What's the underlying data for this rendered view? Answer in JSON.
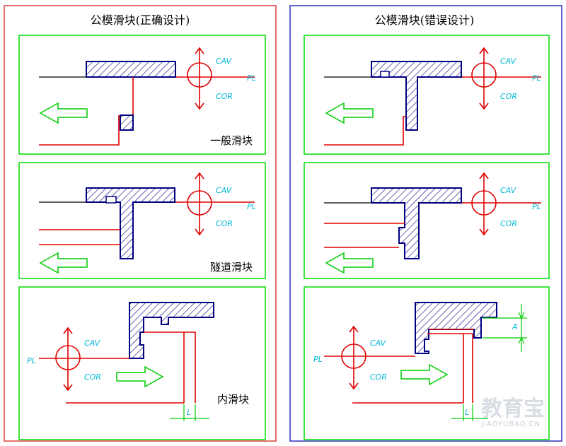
{
  "left_title": "公模滑块(正确设计)",
  "right_title": "公模滑块(错误设计)",
  "label_general": "一般滑块",
  "label_tunnel": "隧道滑块",
  "label_inner": "内滑块",
  "cav": "CAV",
  "cor": "COR",
  "pl": "PL",
  "dim_l": "L",
  "dim_a": "A",
  "watermark": "教育宝",
  "watermark_url": "JIAOYUBAO.CN",
  "colors": {
    "left_frame": "#e04040",
    "right_frame": "#3030c0",
    "panel": "#00dd00",
    "slider_outline": "#000080",
    "red_line": "#e00000",
    "label_cyan": "#00b8d8"
  }
}
